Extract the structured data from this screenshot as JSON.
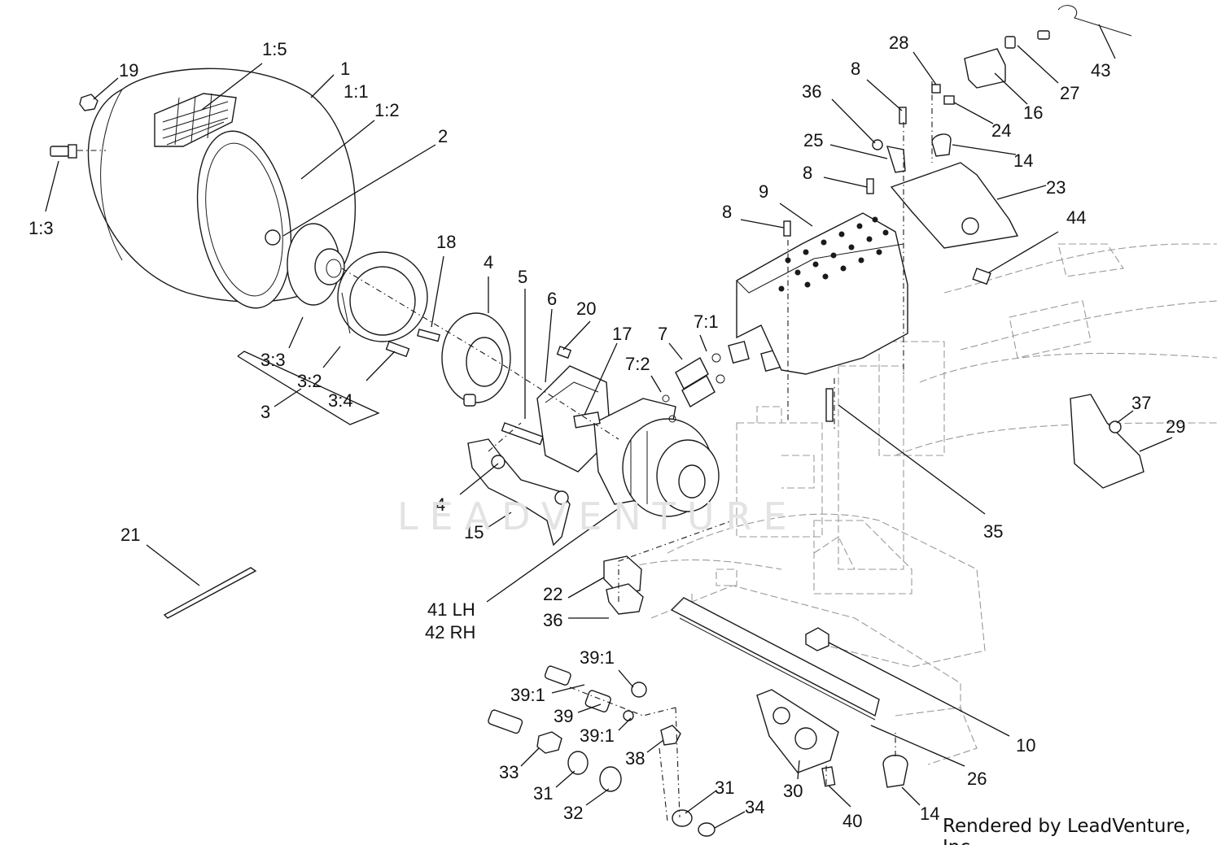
{
  "watermark": "LEADVENTURE",
  "credit": "Rendered by LeadVenture, Inc.",
  "callouts": [
    {
      "id": "c-1-5",
      "text": "1:5"
    },
    {
      "id": "c-1",
      "text": "1"
    },
    {
      "id": "c-1-1",
      "text": "1:1"
    },
    {
      "id": "c-1-2",
      "text": "1:2"
    },
    {
      "id": "c-2",
      "text": "2"
    },
    {
      "id": "c-19",
      "text": "19"
    },
    {
      "id": "c-1-3",
      "text": "1:3"
    },
    {
      "id": "c-18",
      "text": "18"
    },
    {
      "id": "c-4a",
      "text": "4"
    },
    {
      "id": "c-5",
      "text": "5"
    },
    {
      "id": "c-6",
      "text": "6"
    },
    {
      "id": "c-20",
      "text": "20"
    },
    {
      "id": "c-17",
      "text": "17"
    },
    {
      "id": "c-7",
      "text": "7"
    },
    {
      "id": "c-7-1",
      "text": "7:1"
    },
    {
      "id": "c-7-2",
      "text": "7:2"
    },
    {
      "id": "c-3-3",
      "text": "3:3"
    },
    {
      "id": "c-3-2",
      "text": "3:2"
    },
    {
      "id": "c-3-4",
      "text": "3:4"
    },
    {
      "id": "c-3",
      "text": "3"
    },
    {
      "id": "c-4b",
      "text": "4"
    },
    {
      "id": "c-15",
      "text": "15"
    },
    {
      "id": "c-21",
      "text": "21"
    },
    {
      "id": "c-41",
      "text": "41 LH"
    },
    {
      "id": "c-42",
      "text": "42 RH"
    },
    {
      "id": "c-22",
      "text": "22"
    },
    {
      "id": "c-36b",
      "text": "36"
    },
    {
      "id": "c-28",
      "text": "28"
    },
    {
      "id": "c-43",
      "text": "43"
    },
    {
      "id": "c-8a",
      "text": "8"
    },
    {
      "id": "c-36a",
      "text": "36"
    },
    {
      "id": "c-27",
      "text": "27"
    },
    {
      "id": "c-16",
      "text": "16"
    },
    {
      "id": "c-24",
      "text": "24"
    },
    {
      "id": "c-25",
      "text": "25"
    },
    {
      "id": "c-14a",
      "text": "14"
    },
    {
      "id": "c-8b",
      "text": "8"
    },
    {
      "id": "c-23",
      "text": "23"
    },
    {
      "id": "c-9",
      "text": "9"
    },
    {
      "id": "c-8c",
      "text": "8"
    },
    {
      "id": "c-44",
      "text": "44"
    },
    {
      "id": "c-37",
      "text": "37"
    },
    {
      "id": "c-29",
      "text": "29"
    },
    {
      "id": "c-35",
      "text": "35"
    },
    {
      "id": "c-39-1a",
      "text": "39:1"
    },
    {
      "id": "c-39-1b",
      "text": "39:1"
    },
    {
      "id": "c-39",
      "text": "39"
    },
    {
      "id": "c-39-1c",
      "text": "39:1"
    },
    {
      "id": "c-33",
      "text": "33"
    },
    {
      "id": "c-31a",
      "text": "31"
    },
    {
      "id": "c-32",
      "text": "32"
    },
    {
      "id": "c-38",
      "text": "38"
    },
    {
      "id": "c-31b",
      "text": "31"
    },
    {
      "id": "c-34",
      "text": "34"
    },
    {
      "id": "c-30",
      "text": "30"
    },
    {
      "id": "c-40",
      "text": "40"
    },
    {
      "id": "c-14b",
      "text": "14"
    },
    {
      "id": "c-26",
      "text": "26"
    },
    {
      "id": "c-10",
      "text": "10"
    }
  ]
}
